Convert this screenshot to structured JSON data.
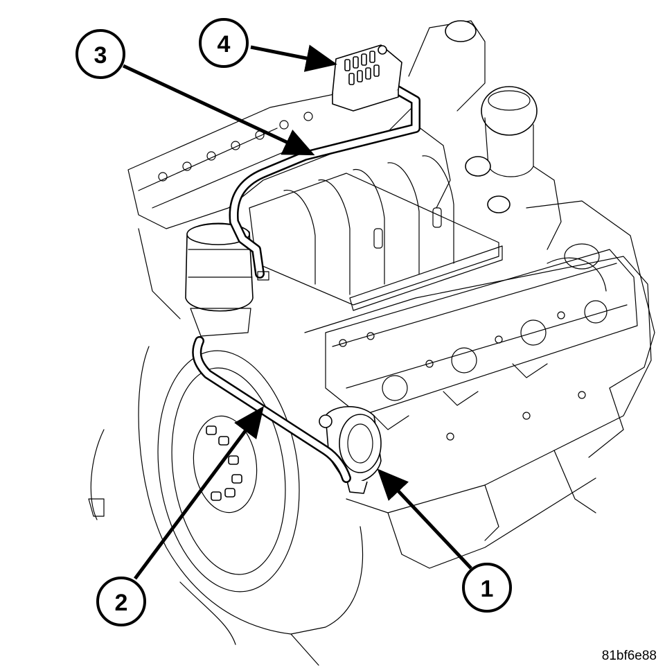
{
  "callouts": [
    {
      "id": "1",
      "label": "1"
    },
    {
      "id": "2",
      "label": "2"
    },
    {
      "id": "3",
      "label": "3"
    },
    {
      "id": "4",
      "label": "4"
    }
  ],
  "figure_id": "81bf6e88"
}
